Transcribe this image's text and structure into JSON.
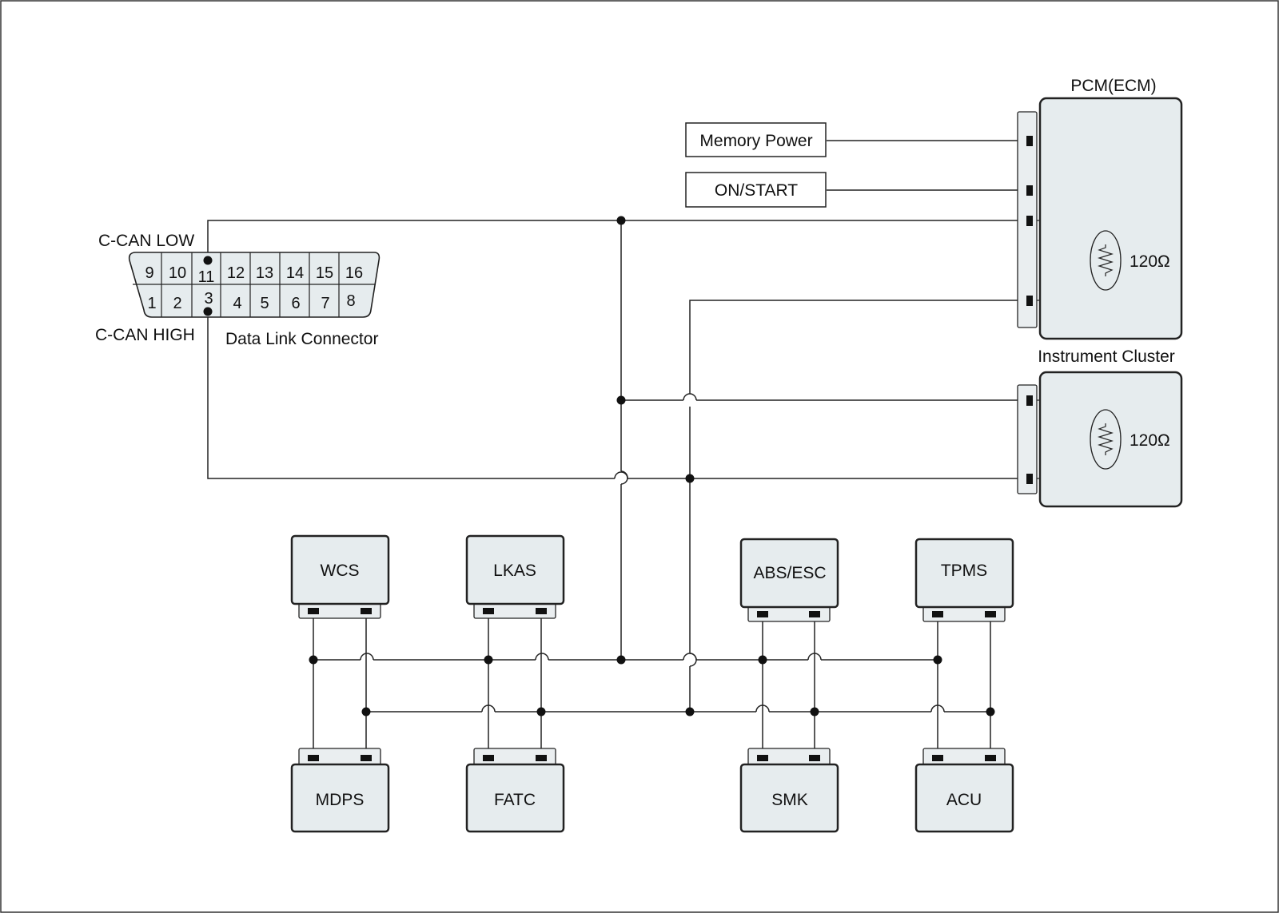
{
  "diagram": {
    "dlc": {
      "name": "Data Link Connector",
      "low_label": "C-CAN LOW",
      "high_label": "C-CAN HIGH",
      "top_pins": [
        "9",
        "10",
        "11",
        "12",
        "13",
        "14",
        "15",
        "16"
      ],
      "bottom_pins": [
        "1",
        "2",
        "3",
        "4",
        "5",
        "6",
        "7",
        "8"
      ]
    },
    "sources": {
      "memory_power": "Memory Power",
      "on_start": "ON/START"
    },
    "pcm": {
      "title": "PCM(ECM)",
      "resistor": "120Ω"
    },
    "cluster": {
      "title": "Instrument Cluster",
      "resistor": "120Ω"
    },
    "modules": {
      "wcs": "WCS",
      "lkas": "LKAS",
      "abs_esc": "ABS/ESC",
      "tpms": "TPMS",
      "mdps": "MDPS",
      "fatc": "FATC",
      "smk": "SMK",
      "acu": "ACU"
    },
    "colors": {
      "module_fill": "#e6ecee",
      "line": "#222222"
    }
  }
}
